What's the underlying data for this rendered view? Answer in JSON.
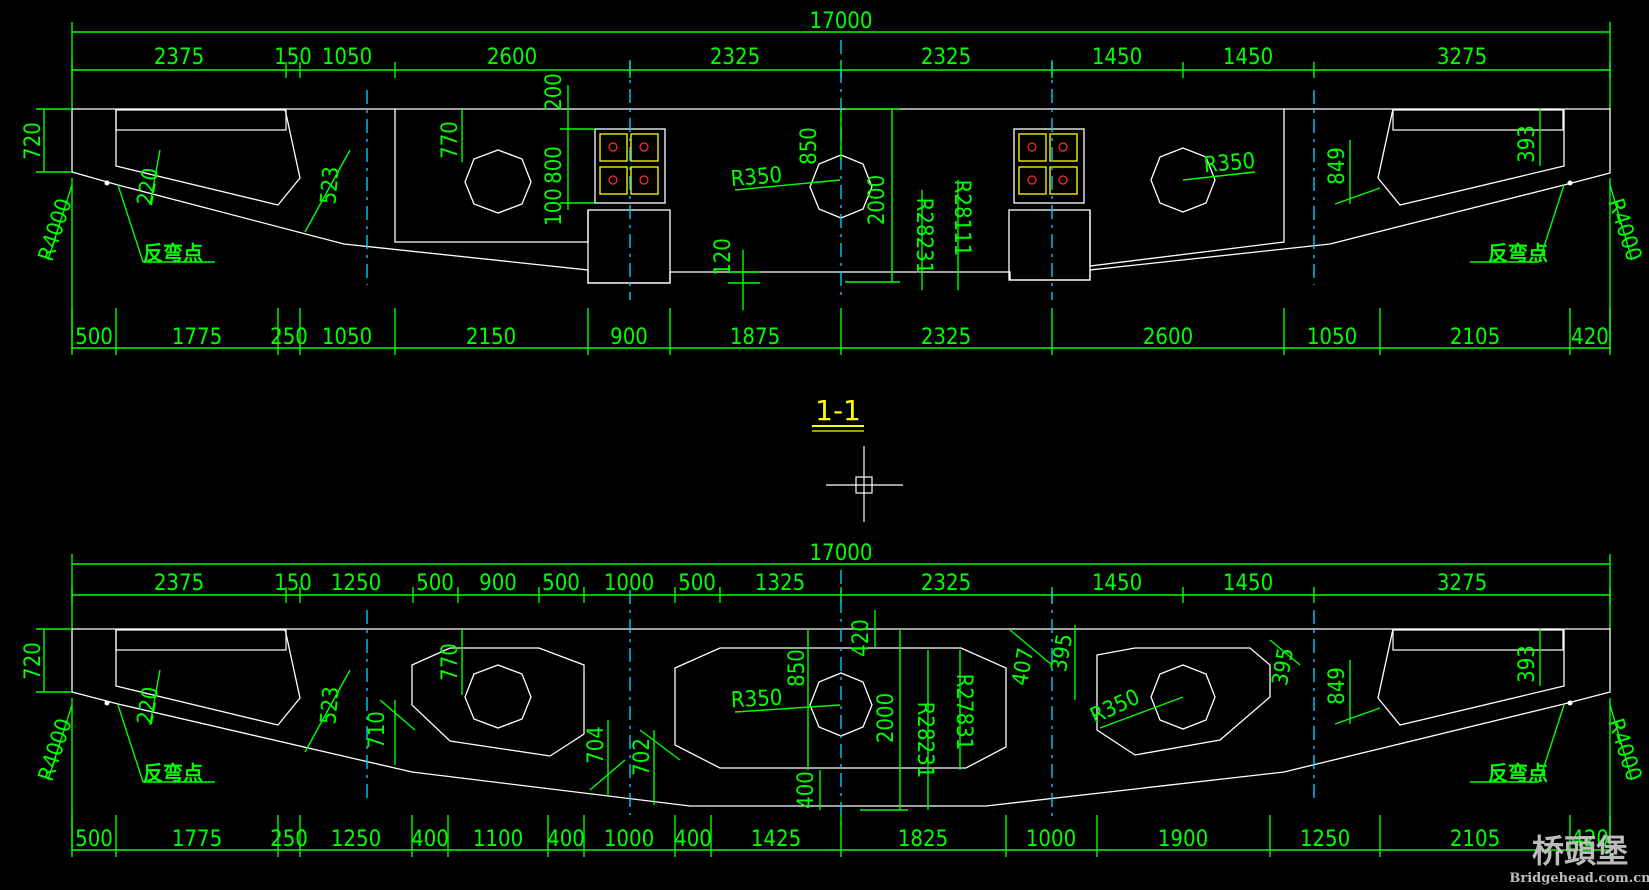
{
  "section_label": "1-1",
  "watermark": {
    "main": "桥頭堡",
    "url": "Bridgehead.com.cn"
  },
  "top_view": {
    "overall": "17000",
    "top_dims": [
      "2375",
      "150",
      "1050",
      "2600",
      "2325",
      "2325",
      "1450",
      "1450",
      "3275"
    ],
    "bottom_dims": [
      "500",
      "1775",
      "250",
      "1050",
      "2150",
      "900",
      "1875",
      "2325",
      "2600",
      "1050",
      "2105",
      "420"
    ],
    "labels": {
      "h720": "720",
      "d220": "220",
      "d523": "523",
      "r4000_left": "R4000",
      "inflection_left": "反弯点",
      "d770": "770",
      "d200": "200",
      "d800": "800",
      "d100": "100",
      "r350_a": "R350",
      "d850": "850",
      "d2000": "2000",
      "r28231": "R28231",
      "r28111": "R28111",
      "d120": "120",
      "r350_b": "R350",
      "d849": "849",
      "d393": "393",
      "r4000_right": "R4000",
      "inflection_right": "反弯点"
    }
  },
  "bottom_view": {
    "overall": "17000",
    "top_dims": [
      "2375",
      "150",
      "1250",
      "500",
      "900",
      "500",
      "1000",
      "500",
      "1325",
      "2325",
      "1450",
      "1450",
      "3275"
    ],
    "bottom_dims": [
      "500",
      "1775",
      "250",
      "1250",
      "400",
      "1100",
      "400",
      "1000",
      "400",
      "1425",
      "1825",
      "1000",
      "1900",
      "1250",
      "2105",
      "420"
    ],
    "labels": {
      "h720": "720",
      "d220": "220",
      "d523": "523",
      "r4000_left": "R4000",
      "inflection_left": "反弯点",
      "d770": "770",
      "d710": "710",
      "d704": "704",
      "d702": "702",
      "r350_a": "R350",
      "d850": "850",
      "d420": "420",
      "d2000": "2000",
      "d400": "400",
      "r27831": "R27831",
      "r28231": "R28231",
      "d407": "407",
      "d395_a": "395",
      "r350_b": "R350",
      "d395_b": "395",
      "d849": "849",
      "d393": "393",
      "r4000_right": "R4000",
      "inflection_right": "反弯点"
    }
  }
}
